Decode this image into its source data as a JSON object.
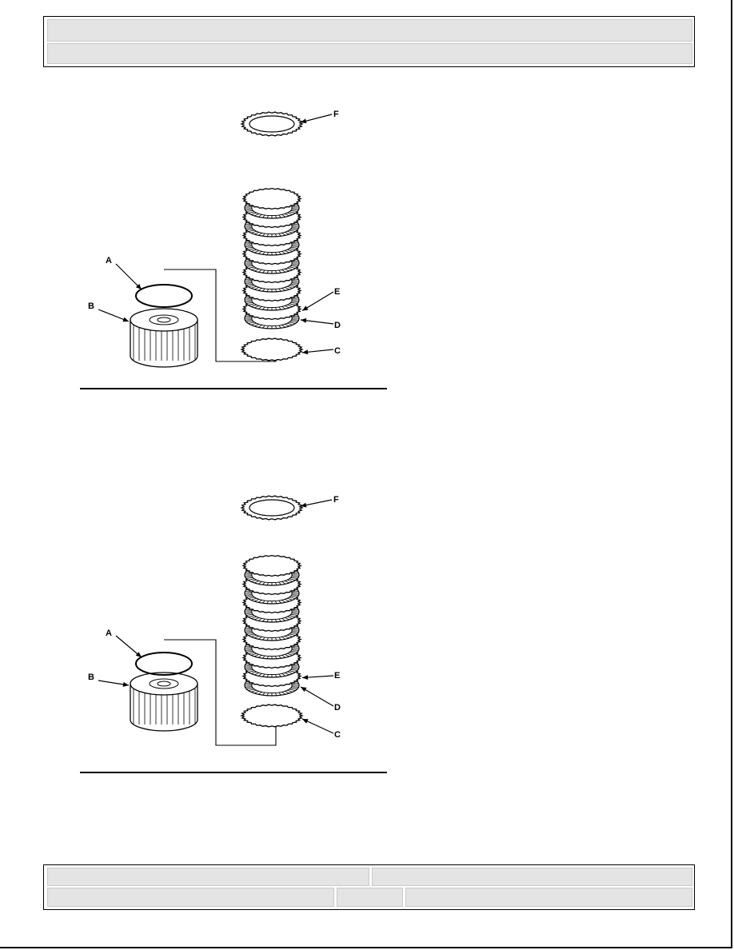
{
  "header": {
    "title": "",
    "subtitle": ""
  },
  "figures": [
    {
      "labels": {
        "a": "A",
        "b": "B",
        "c": "C",
        "d": "D",
        "e": "E",
        "f": "F"
      }
    },
    {
      "labels": {
        "a": "A",
        "b": "B",
        "c": "C",
        "d": "D",
        "e": "E",
        "f": "F"
      }
    }
  ],
  "footer": {
    "left_top": "",
    "right_top": "",
    "left_bottom": "",
    "middle_bottom": "",
    "right_bottom": ""
  }
}
